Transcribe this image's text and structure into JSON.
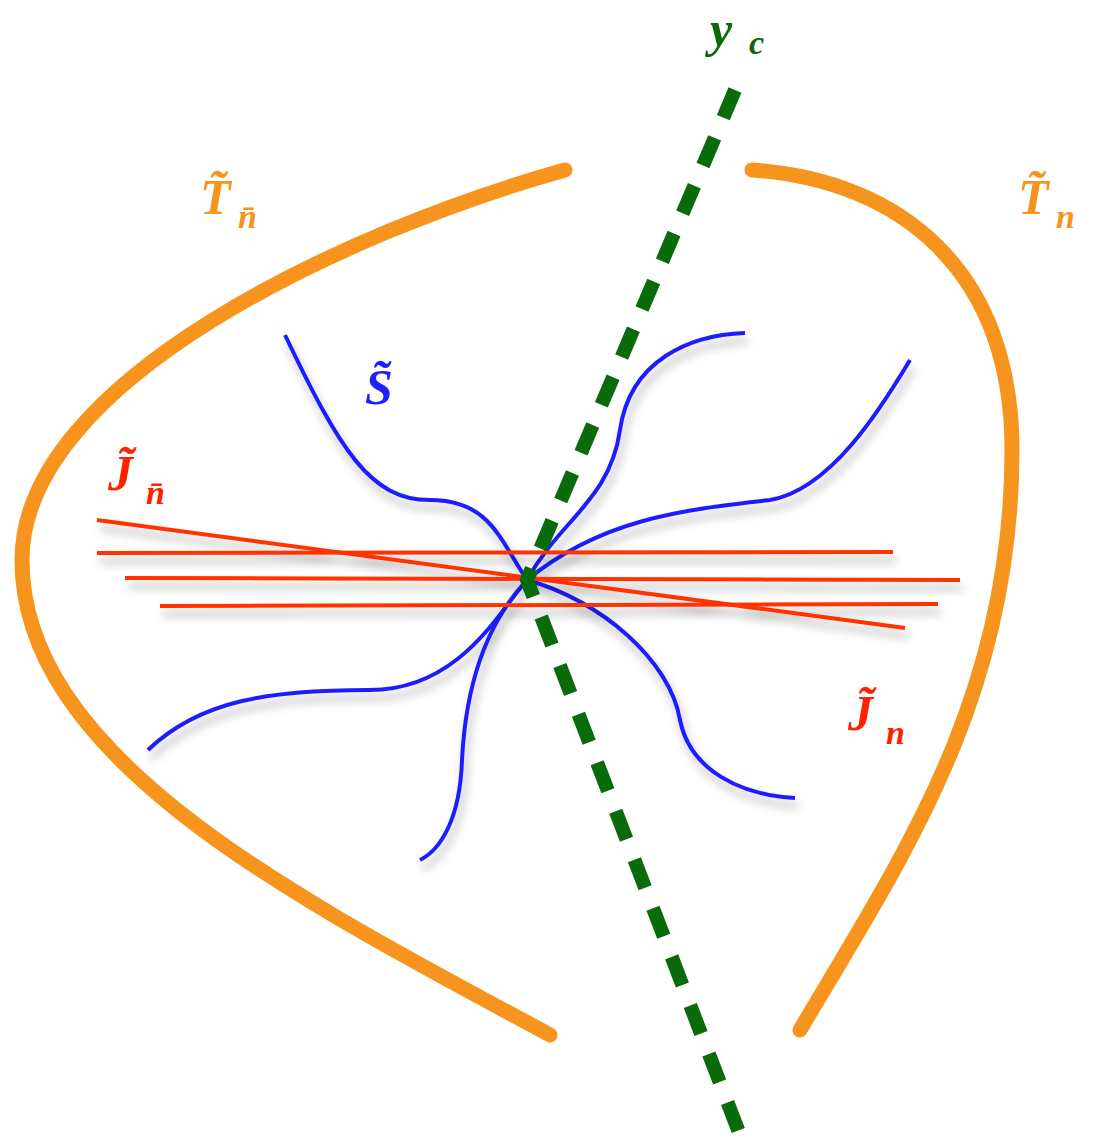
{
  "diagram": {
    "labels": [
      "y",
      "c",
      "T̃",
      "n̄",
      "T̃",
      "n",
      "S̃",
      "J̃",
      "n̄",
      "J̃",
      "n"
    ]
  }
}
